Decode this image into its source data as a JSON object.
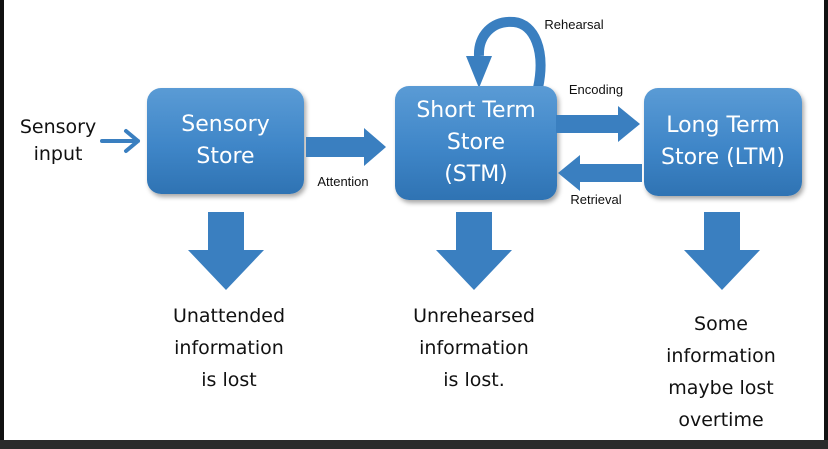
{
  "colors": {
    "box_fill": "#3f86c8",
    "arrow_fill": "#3a7fc0",
    "text": "#111111",
    "box_text": "#ffffff"
  },
  "nodes": {
    "sensory_store": "Sensory\nStore",
    "stm": "Short Term\nStore\n(STM)",
    "ltm": "Long Term\nStore (LTM)"
  },
  "labels": {
    "sensory_input": "Sensory\ninput",
    "attention": "Attention",
    "rehearsal": "Rehearsal",
    "encoding": "Encoding",
    "retrieval": "Retrieval"
  },
  "outcomes": {
    "sensory": "Unattended\ninformation\nis lost",
    "stm": "Unrehearsed\ninformation\nis lost.",
    "ltm": "Some\ninformation\nmaybe lost\novertime"
  }
}
